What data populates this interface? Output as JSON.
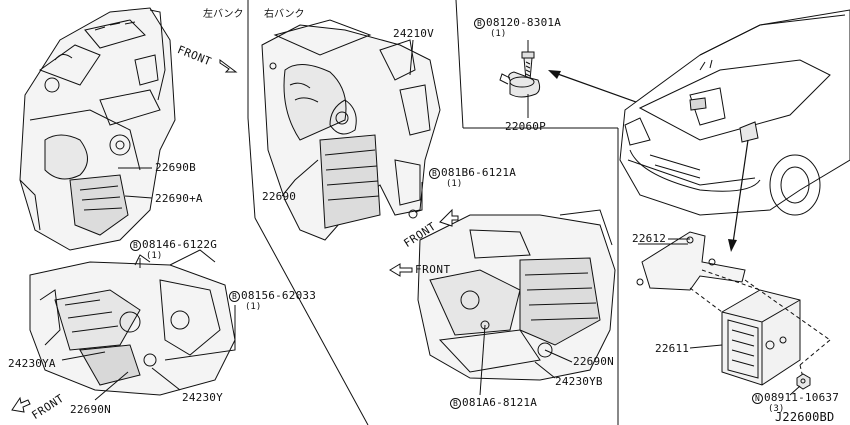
{
  "bank_labels": {
    "left_bank": "左バンク",
    "right_bank": "右バンク"
  },
  "front_labels": [
    "FRONT",
    "FRONT",
    "FRONT",
    "FRONT"
  ],
  "parts": {
    "p22690B": "22690B",
    "p22690A": "22690+A",
    "bolt_08146": "08146-6122G",
    "bolt_08146_qty": "(1)",
    "bolt_08156": "08156-62033",
    "bolt_08156_qty": "(1)",
    "p24230YA": "24230YA",
    "p22690N_left": "22690N",
    "p24230Y": "24230Y",
    "p24210V": "24210V",
    "p22690": "22690",
    "bolt_081B6": "081B6-6121A",
    "bolt_081B6_qty": "(1)",
    "bolt_08120": "08120-8301A",
    "bolt_08120_qty": "(1)",
    "p22060P": "22060P",
    "p22612": "22612",
    "p22611": "22611",
    "p22690N_right": "22690N",
    "p24230YB": "24230YB",
    "bolt_081A6": "081A6-8121A",
    "nut_08911": "08911-10637",
    "nut_08911_qty": "(3)"
  },
  "bolt_marker": "B",
  "nut_marker": "N",
  "diagram_code": "J22600BD"
}
